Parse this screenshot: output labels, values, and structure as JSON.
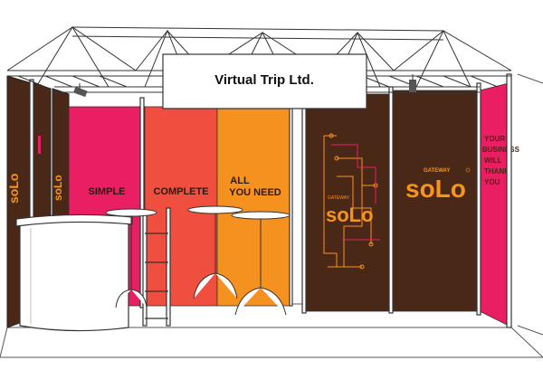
{
  "sign": {
    "company": "Virtual Trip Ltd."
  },
  "panels": {
    "simple": "SIMPLE",
    "complete": "COMPLETE",
    "all_you_need_line1": "ALL",
    "all_you_need_line2": "YOU NEED"
  },
  "brand": {
    "gateway": "GATEWAY",
    "logo": "soLo",
    "logo_small": "soLo"
  },
  "slogan": {
    "line1": "YOUR",
    "line2": "BUSINESS",
    "line3": "WILL",
    "line4": "THANK",
    "line5": "YOU"
  },
  "colors": {
    "brown": "#4a2817",
    "magenta": "#e91e63",
    "crimson": "#ee3c58",
    "red_orange": "#f04e3e",
    "orange": "#f5911e",
    "accent_orange": "#f7941d",
    "truss": "#333333"
  }
}
